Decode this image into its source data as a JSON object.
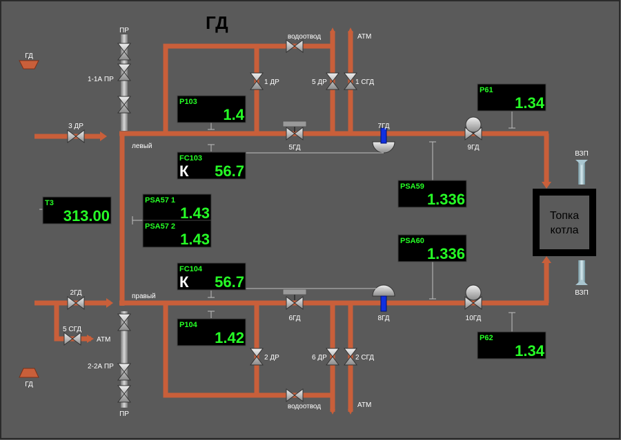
{
  "title": "ГД",
  "labels": {
    "gd_top": "ГД",
    "gd_bottom": "ГД",
    "pr_top": "ПР",
    "pr_bottom": "ПР",
    "v_1_1a_pr": "1-1А ПР",
    "v_2_2a_pr": "2-2А ПР",
    "v_3dr": "3 ДР",
    "v_2gd": "2ГД",
    "v_5sgd": "5 СГД",
    "atm_left": "АТМ",
    "levyi": "левый",
    "pravyi": "правый",
    "vodootvod_top": "водоотвод",
    "vodootvod_bottom": "водоотвод",
    "atm_top": "АТМ",
    "atm_bottom": "АТМ",
    "v_1dr": "1 ДР",
    "v_5dr": "5 ДР",
    "v_1sgd": "1 СГД",
    "v_2dr": "2 ДР",
    "v_6dr": "6 ДР",
    "v_2sgd": "2 СГД",
    "v_5gd": "5ГД",
    "v_6gd": "6ГД",
    "v_7gd": "7ГД",
    "v_8gd": "8ГД",
    "v_9gd": "9ГД",
    "v_10gd": "10ГД",
    "vzp_top": "ВЗП",
    "vzp_bottom": "ВЗП",
    "furnace_line1": "Топка",
    "furnace_line2": "котла"
  },
  "panels": {
    "p103": {
      "tag": "P103",
      "value": "1.4"
    },
    "fc103": {
      "tag": "FC103",
      "mode": "К",
      "value": "56.7"
    },
    "t3": {
      "tag": "T3",
      "value": "313.00"
    },
    "psa57_1": {
      "tag": "PSA57 1",
      "value": "1.43"
    },
    "psa57_2": {
      "tag": "PSA57 2",
      "value": "1.43"
    },
    "fc104": {
      "tag": "FC104",
      "mode": "К",
      "value": "56.7"
    },
    "p104": {
      "tag": "P104",
      "value": "1.42"
    },
    "p61": {
      "tag": "P61",
      "value": "1.34"
    },
    "psa59": {
      "tag": "PSA59",
      "value": "1.336"
    },
    "psa60": {
      "tag": "PSA60",
      "value": "1.336"
    },
    "p62": {
      "tag": "P62",
      "value": "1.34"
    }
  },
  "colors": {
    "pipe": "#c95f3a",
    "pipe_edge": "#7a3018",
    "valve": "#c8c8c8",
    "panel_bg": "#000000",
    "value_green": "#26ff26",
    "air_pipe": "#a9c6d0",
    "damper_blue": "#1030e0"
  }
}
